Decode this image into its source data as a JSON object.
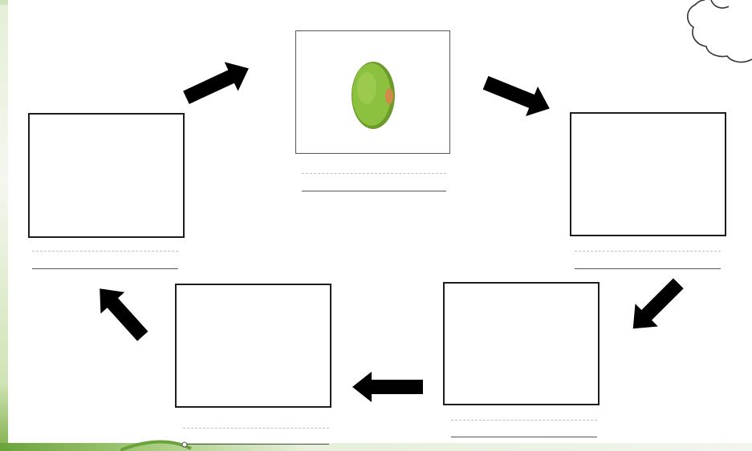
{
  "diagram": {
    "type": "cycle",
    "stages": [
      {
        "id": "stage-1",
        "content": "seed-image"
      },
      {
        "id": "stage-2",
        "content": "blank"
      },
      {
        "id": "stage-3",
        "content": "blank"
      },
      {
        "id": "stage-4",
        "content": "blank"
      },
      {
        "id": "stage-5",
        "content": "blank"
      }
    ],
    "arrow_icon": "arrow-icon",
    "seed_icon": "bean-seed-icon",
    "cloud_icon": "cloud-icon",
    "colors": {
      "arrow": "#000000",
      "box_border": "#1d1d1d",
      "seed_green": "#8cc03f",
      "seed_dark": "#6b9c2a",
      "seed_spot": "#d18a4a",
      "dash_line": "#bdbdbd",
      "solid_line": "#555555"
    }
  }
}
